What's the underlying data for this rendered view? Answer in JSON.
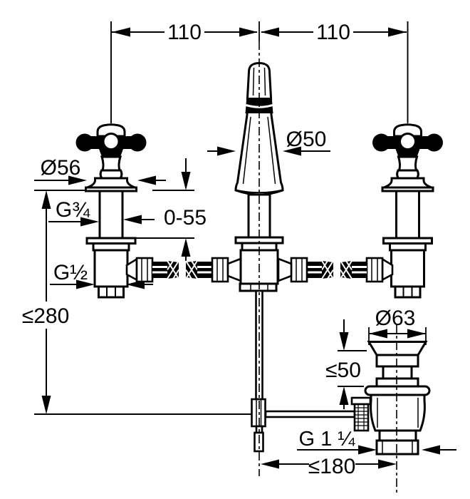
{
  "drawing": {
    "kind": "faucet-installation-dimension-drawing",
    "colors": {
      "ink": "#000000",
      "paper": "#ffffff"
    },
    "dimensions": {
      "spacing_left": "110",
      "spacing_right": "110",
      "spout_diameter": "Ø50",
      "handle_rosette_diameter": "Ø56",
      "shank_thread": "G¾",
      "deck_clamp_range": "0-55",
      "hose_thread": "G½",
      "max_height": "≤280",
      "drain_flange_diameter": "Ø63",
      "drain_deck_max": "≤50",
      "drain_thread": "G 1 ¼",
      "rod_to_drain_max": "≤180"
    }
  }
}
